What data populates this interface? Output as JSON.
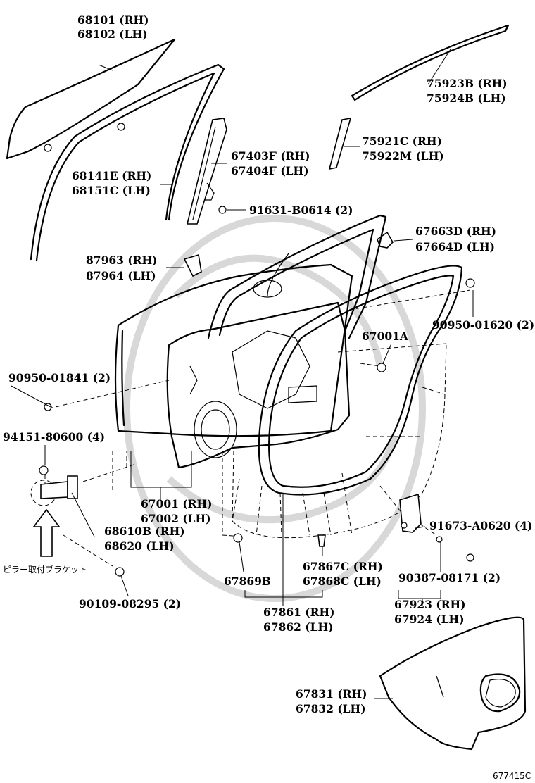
{
  "diagram_id": "677415C",
  "parts": {
    "glass": [
      "68101 (RH)",
      "68102 (LH)"
    ],
    "moulding_upper": [
      "75923B (RH)",
      "75924B (LH)"
    ],
    "moulding_pillar": [
      "75921C (RH)",
      "75922M (LH)"
    ],
    "run_channel": [
      "68141E (RH)",
      "68151C (LH)"
    ],
    "division_bar": [
      "67403F (RH)",
      "67404F (LH)"
    ],
    "bolt_91631": "91631-B0614 (2)",
    "cover_87963": [
      "87963 (RH)",
      "87964 (LH)"
    ],
    "bracket_67663": [
      "67663D (RH)",
      "67664D (LH)"
    ],
    "clip_90950_01620": "90950-01620 (2)",
    "part_67001a": "67001A",
    "clip_90950_01841": "90950-01841 (2)",
    "bolt_94151": "94151-80600 (4)",
    "door_panel": [
      "67001 (RH)",
      "67002 (LH)"
    ],
    "hinge": [
      "68610B (RH)",
      "68620 (LH)"
    ],
    "pillar_bracket_note": "ピラー取付ブラケット",
    "bolt_90109": "90109-08295 (2)",
    "plug_67869b": "67869B",
    "clip_67867": [
      "67867C (RH)",
      "67868C (LH)"
    ],
    "weatherstrip": [
      "67861 (RH)",
      "67862 (LH)"
    ],
    "screw_91673": "91673-A0620 (4)",
    "screw_90387": "90387-08171 (2)",
    "check_67923": [
      "67923 (RH)",
      "67924 (LH)"
    ],
    "trim_67831": [
      "67831 (RH)",
      "67832 (LH)"
    ]
  }
}
